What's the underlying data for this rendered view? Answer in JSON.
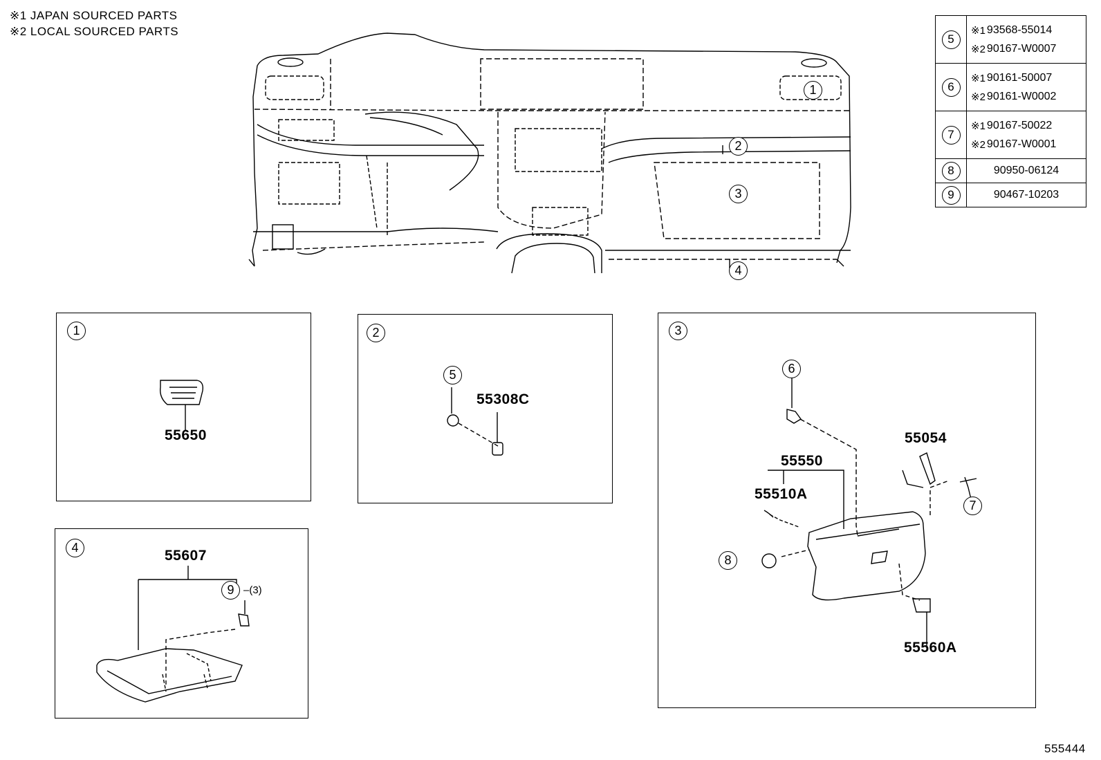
{
  "notes": [
    "※1 JAPAN SOURCED PARTS",
    "※2 LOCAL SOURCED PARTS"
  ],
  "reference_table": [
    {
      "ref": "5",
      "lines": [
        {
          "mark": "※1",
          "part": "93568-55014"
        },
        {
          "mark": "※2",
          "part": "90167-W0007"
        }
      ]
    },
    {
      "ref": "6",
      "lines": [
        {
          "mark": "※1",
          "part": "90161-50007"
        },
        {
          "mark": "※2",
          "part": "90161-W0002"
        }
      ]
    },
    {
      "ref": "7",
      "lines": [
        {
          "mark": "※1",
          "part": "90167-50022"
        },
        {
          "mark": "※2",
          "part": "90167-W0001"
        }
      ]
    },
    {
      "ref": "8",
      "lines": [
        {
          "mark": "",
          "part": "90950-06124"
        }
      ]
    },
    {
      "ref": "9",
      "lines": [
        {
          "mark": "",
          "part": "90467-10203"
        }
      ]
    }
  ],
  "overview_callouts": [
    "1",
    "2",
    "3",
    "4"
  ],
  "panels": {
    "p1": {
      "ref": "1",
      "parts": [
        "55650"
      ]
    },
    "p2": {
      "ref": "2",
      "callouts": [
        "5"
      ],
      "parts": [
        "55308C"
      ]
    },
    "p3": {
      "ref": "3",
      "callouts": [
        "6",
        "7",
        "8"
      ],
      "parts": [
        "55054",
        "55550",
        "55510A",
        "55560A"
      ]
    },
    "p4": {
      "ref": "4",
      "callouts": [
        "9"
      ],
      "qty": "(3)",
      "parts": [
        "55607"
      ]
    }
  },
  "diagram_id": "555444"
}
